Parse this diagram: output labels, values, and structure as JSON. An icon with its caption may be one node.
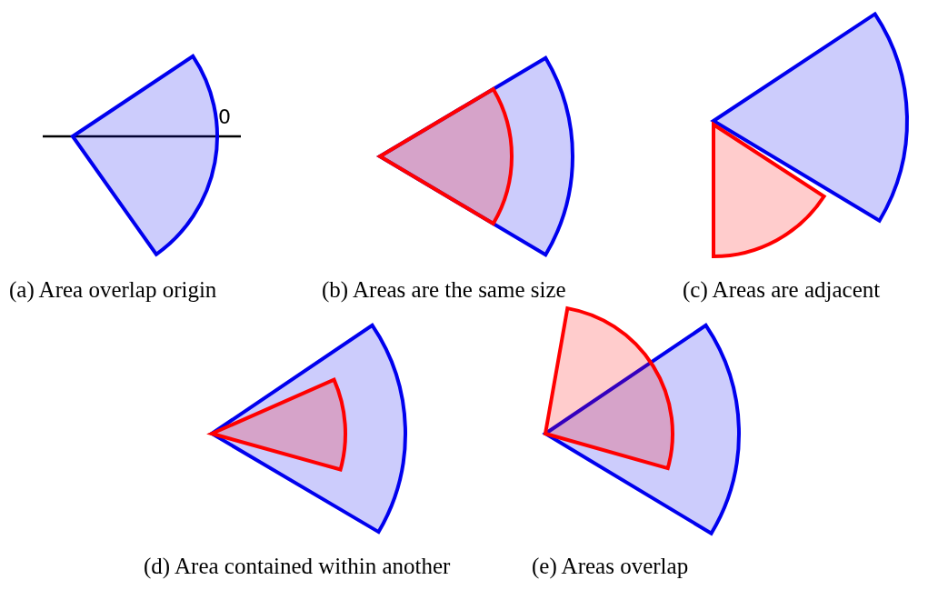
{
  "diagram": {
    "labels": [
      "0",
      "(a) Area overlap origin",
      "(b) Areas are the same size",
      "(c) Areas are adjacent",
      "(d) Area contained within another",
      "(e) Areas overlap"
    ]
  }
}
